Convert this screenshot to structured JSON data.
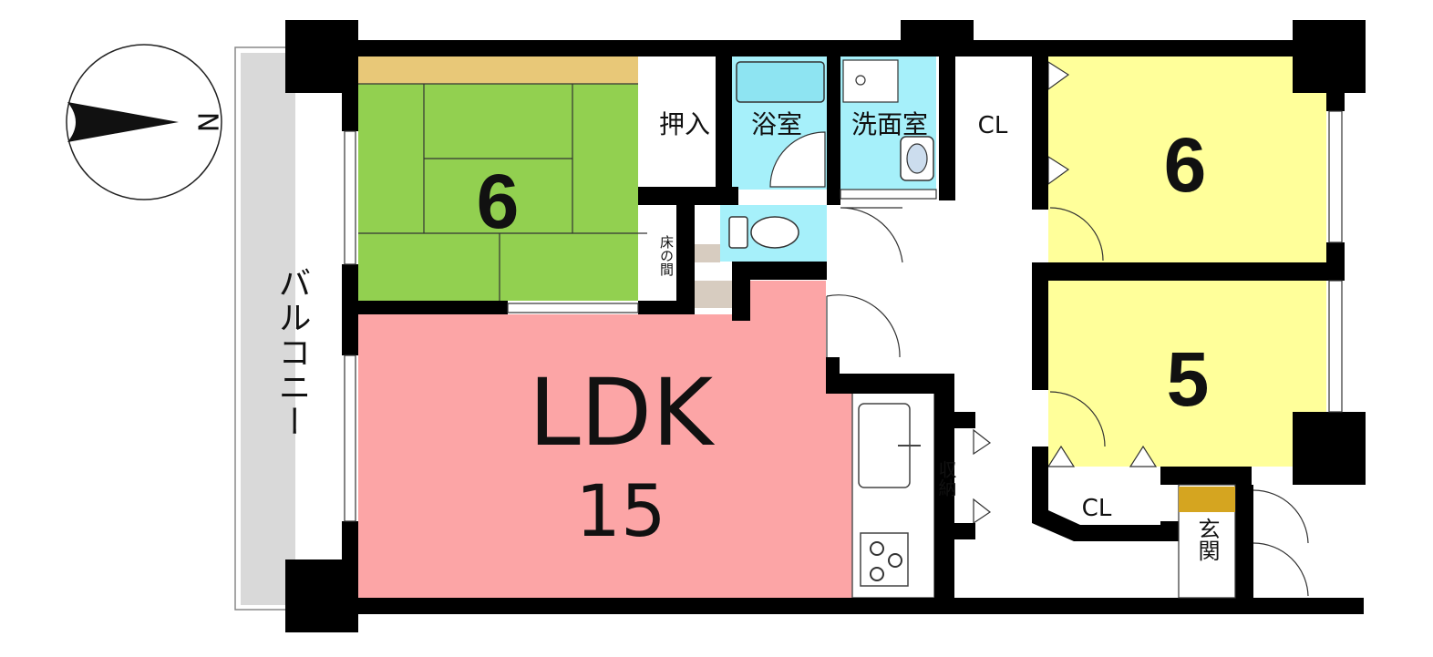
{
  "compass": {
    "letter": "N",
    "icon": "north-arrow-icon"
  },
  "rooms": {
    "washitsu": {
      "size": "6",
      "color": "#92d050"
    },
    "oshiire": {
      "label": "押入"
    },
    "tokonoma": {
      "label": "床の間"
    },
    "bath": {
      "label": "浴室",
      "color": "#a6f0fa"
    },
    "washroom": {
      "label": "洗面室",
      "color": "#a6f0fa"
    },
    "toilet": {
      "color": "#a6f0fa"
    },
    "closet_top": {
      "label": "CL"
    },
    "bedroom_1": {
      "size": "6",
      "color": "#ffff9a"
    },
    "bedroom_2": {
      "size": "5",
      "color": "#ffff9a"
    },
    "closet_bottom": {
      "label": "CL"
    },
    "ldk": {
      "name": "LDK",
      "size": "15",
      "color": "#fca5a6"
    },
    "storage": {
      "label": "収納"
    },
    "entrance": {
      "label": "玄関"
    },
    "balcony": {
      "label": "バルコニー",
      "color": "#d9d9d9"
    }
  },
  "colors": {
    "wall": "#000000",
    "floor": "#ffffff",
    "tatami_edge": "#e8c878",
    "shoe_box": "#d5a520"
  }
}
